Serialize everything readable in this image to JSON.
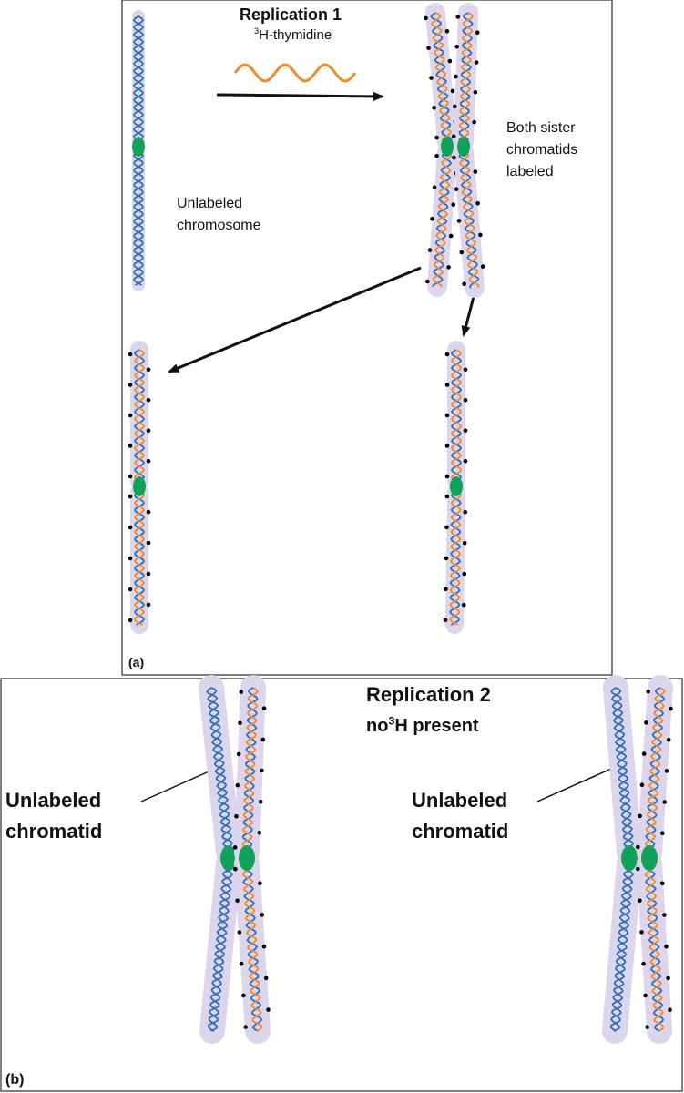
{
  "panel_a": {
    "tag": "(a)",
    "title": "Replication 1",
    "reagent_sup": "3",
    "reagent_text": "H-thymidine",
    "label_unlabeled_1": "Unlabeled",
    "label_unlabeled_2": "chromosome",
    "label_both_1": "Both sister",
    "label_both_2": "chromatids",
    "label_both_3": "labeled"
  },
  "panel_b": {
    "tag": "(b)",
    "title": "Replication 2",
    "subtitle_pre": "no",
    "subtitle_sup": "3",
    "subtitle_post": "H present",
    "left_label_1": "Unlabeled",
    "left_label_2": "chromatid",
    "right_label_1": "Unlabeled",
    "right_label_2": "chromatid"
  },
  "colors": {
    "frame": "#555555",
    "blue_strand": "#2f6fb6",
    "orange_strand": "#f08a2c",
    "halo": "#ddd5ec",
    "centromere": "#12a15a",
    "label_dot": "#000000",
    "arrow": "#111111"
  }
}
